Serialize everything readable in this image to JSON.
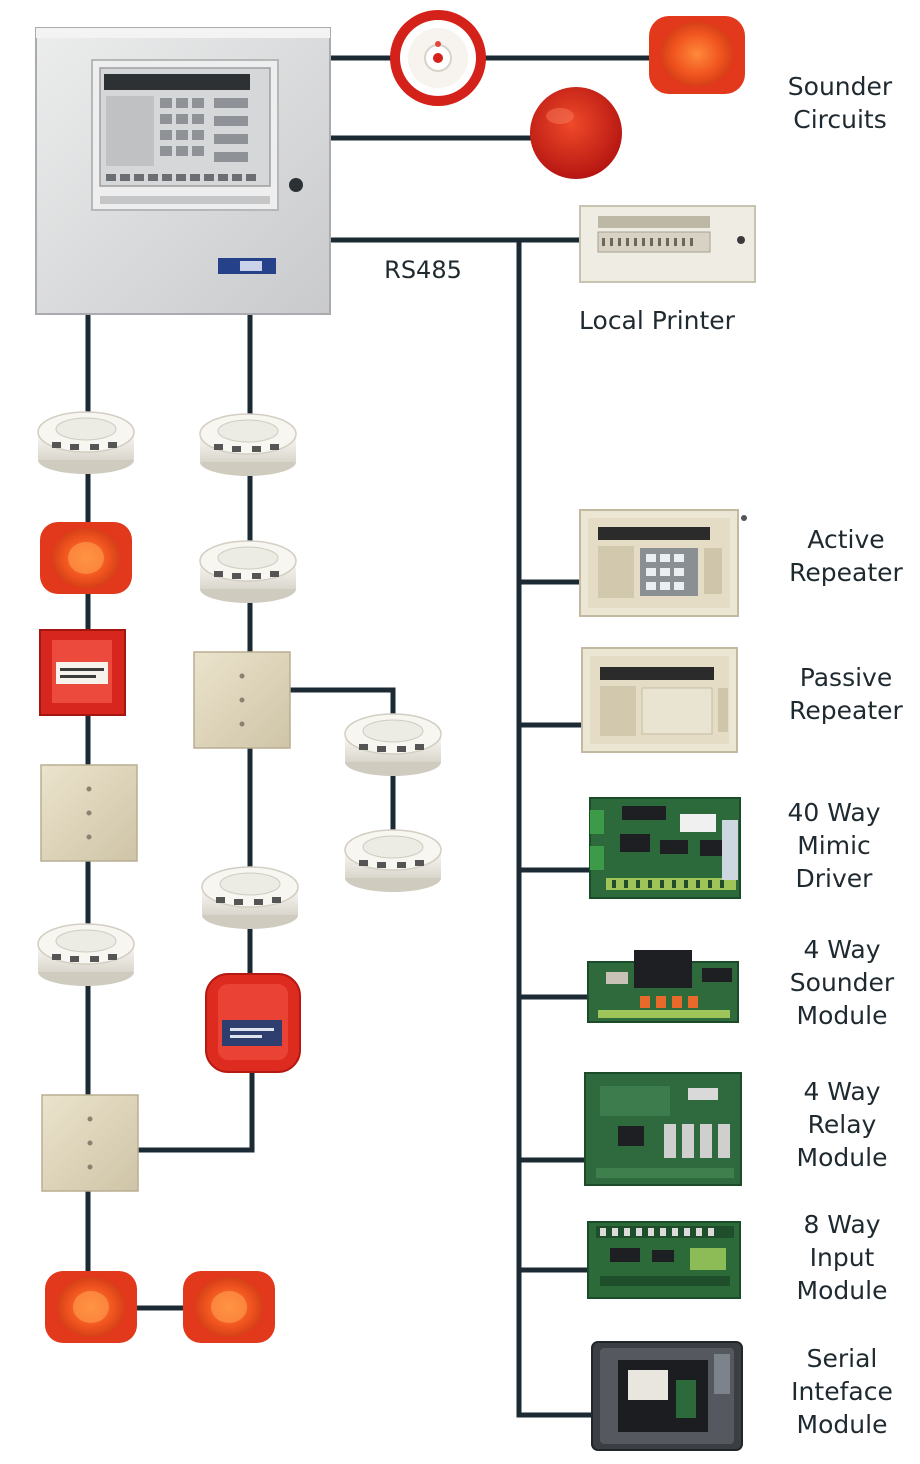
{
  "labels": {
    "sounder_circuits": "Sounder\nCircuits",
    "rs485": "RS485",
    "local_printer": "Local Printer",
    "active_repeater": "Active\nRepeater",
    "passive_repeater": "Passive\nRepeater",
    "mimic_driver": "40 Way\nMimic\nDriver",
    "sounder_module": "4 Way\nSounder\nModule",
    "relay_module": "4 Way\nRelay\nModule",
    "input_module": "8 Way\nInput\nModule",
    "serial_module": "Serial\nInteface\nModule"
  },
  "colors": {
    "wire": "#1b2a33",
    "panel_grey": "#d9dadc",
    "alarm_red": "#d8231c",
    "sounder_orange": "#f05a22",
    "detector_white": "#f1efe8",
    "module_beige": "#e0d7bf",
    "pcb_green": "#2f6b3c"
  },
  "icons": {
    "control_panel": "control-panel-icon",
    "bell": "bell-icon",
    "sounder": "sounder-icon",
    "beacon": "beacon-icon",
    "printer": "printer-icon",
    "detector": "smoke-detector-icon",
    "call_point": "call-point-icon",
    "interface": "interface-module-icon",
    "repeater": "repeater-panel-icon",
    "pcb": "circuit-board-icon",
    "serial": "serial-module-icon"
  }
}
